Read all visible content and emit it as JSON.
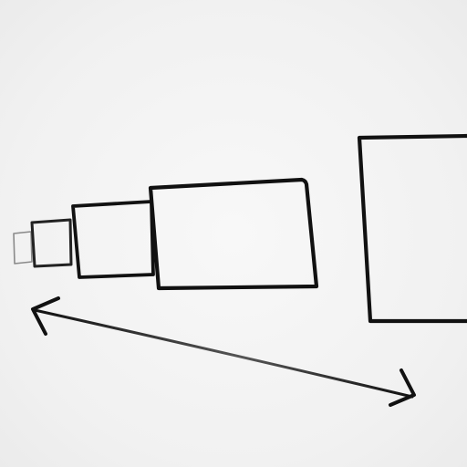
{
  "sketch": {
    "background_color": "#f4f4f4",
    "stroke_color": "#111111",
    "faint_stroke_color": "#8a8a8a",
    "shapes": [
      {
        "kind": "rectangle",
        "name": "tiny-rectangle"
      },
      {
        "kind": "rectangle",
        "name": "small-rectangle"
      },
      {
        "kind": "rectangle",
        "name": "medium-rectangle"
      },
      {
        "kind": "rectangle",
        "name": "large-rectangle"
      },
      {
        "kind": "rectangle",
        "name": "target-rectangle"
      },
      {
        "kind": "arrow",
        "name": "double-headed-arrow",
        "heads": 2
      }
    ]
  }
}
